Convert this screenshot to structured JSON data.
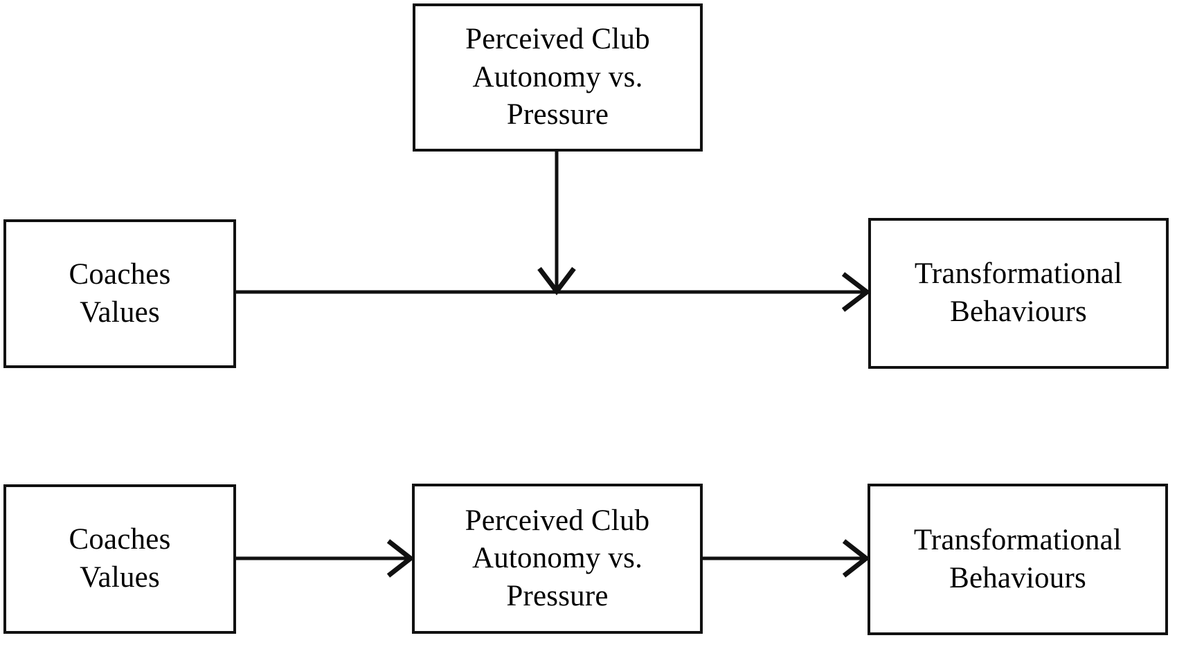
{
  "diagram": {
    "type": "conceptual-model",
    "background_color": "#ffffff",
    "line_color": "#111111",
    "text_color": "#000000",
    "models": [
      {
        "id": "moderation-model",
        "nodes": [
          {
            "id": "top-moderator",
            "label": "Perceived Club\nAutonomy vs.\nPressure",
            "role": "moderator"
          },
          {
            "id": "top-predictor",
            "label": "Coaches\nValues",
            "role": "predictor"
          },
          {
            "id": "top-outcome",
            "label": "Transformational\nBehaviours",
            "role": "outcome"
          }
        ],
        "edges": [
          {
            "id": "top-main-path",
            "from": "top-predictor",
            "to": "top-outcome",
            "direction": "right",
            "arrowhead": "open-v"
          },
          {
            "id": "top-moderation-path",
            "from": "top-moderator",
            "to": "top-main-path",
            "direction": "down",
            "arrowhead": "open-v"
          }
        ]
      },
      {
        "id": "mediation-model",
        "nodes": [
          {
            "id": "bot-predictor",
            "label": "Coaches\nValues",
            "role": "predictor"
          },
          {
            "id": "bot-mediator",
            "label": "Perceived Club\nAutonomy vs.\nPressure",
            "role": "mediator"
          },
          {
            "id": "bot-outcome",
            "label": "Transformational\nBehaviours",
            "role": "outcome"
          }
        ],
        "edges": [
          {
            "id": "bot-path-a",
            "from": "bot-predictor",
            "to": "bot-mediator",
            "direction": "right",
            "arrowhead": "open-v"
          },
          {
            "id": "bot-path-b",
            "from": "bot-mediator",
            "to": "bot-outcome",
            "direction": "right",
            "arrowhead": "open-v"
          }
        ]
      }
    ]
  }
}
